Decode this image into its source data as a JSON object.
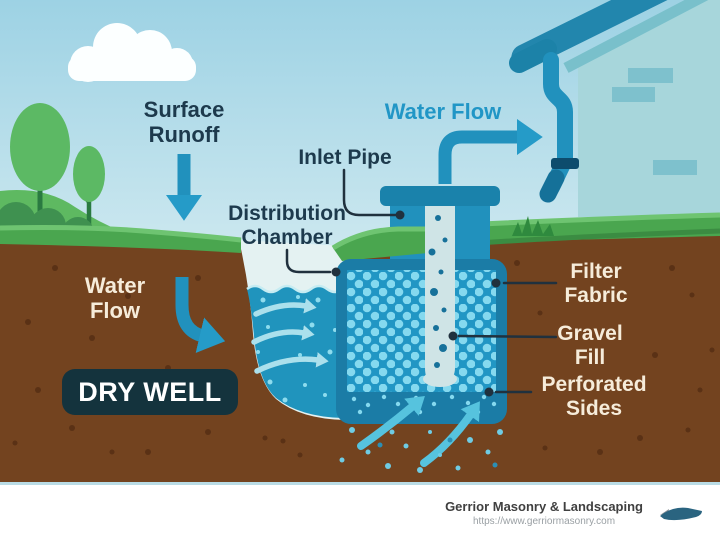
{
  "scene": {
    "labels": {
      "surface_runoff": "Surface Runoff",
      "water_flow_top": "Water Flow",
      "inlet_pipe": "Inlet Pipe",
      "distribution_chamber": "Distribution Chamber",
      "water_flow_left": "Water Flow",
      "dry_well_badge": "DRY WELL",
      "filter_fabric": "Filter Fabric",
      "gravel_fill": "Gravel Fill",
      "perforated_sides": "Perforated Sides"
    },
    "colors": {
      "sky": "#9dd2e4",
      "water_blue": "#2196c4",
      "pipe_blue": "#2191bd",
      "soil_brown": "#73431f",
      "grass_green": "#4aa64f",
      "badge_bg": "#14333d",
      "label_dark": "#1d3a4d",
      "label_cream": "#f6ecda",
      "water_flow_text": "#2196c6"
    },
    "icons": {
      "logo": "masonry-swoosh-logo"
    }
  },
  "footer": {
    "company": "Gerrior Masonry & Landscaping",
    "url": "https://www.gerriormasonry.com"
  }
}
